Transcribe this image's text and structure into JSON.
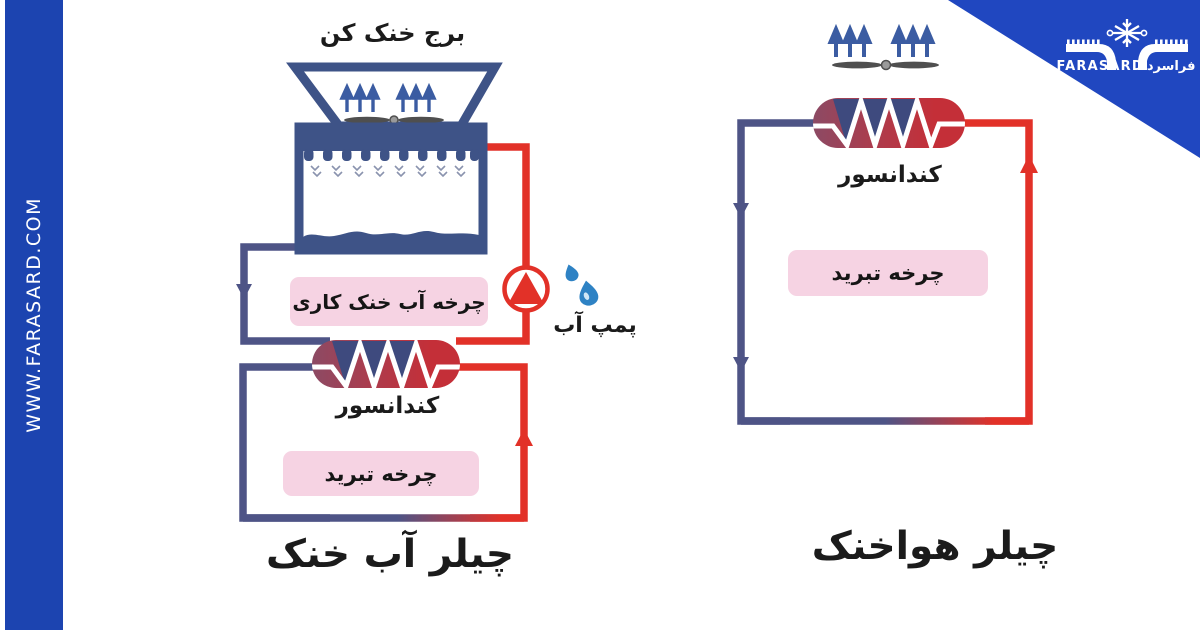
{
  "canvas": {
    "background": "#ffffff"
  },
  "sidebar": {
    "url_text": "WWW.FARASARD.COM",
    "background": "#1c44b0",
    "text_color": "#ffffff"
  },
  "logo": {
    "brand_en": "FARASARD",
    "brand_fa": "فراسرد",
    "background": "#2047c0"
  },
  "left_diagram": {
    "title": "چیلر آب خنک",
    "cooling_tower_label": "برج خنک کن",
    "cooling_water_cycle_label": "چرخه آب خنک کاری",
    "pump_label": "پمپ آب",
    "condenser_label": "کندانسور",
    "refrigeration_cycle_label": "چرخه تبرید"
  },
  "right_diagram": {
    "title": "چیلر هواخنک",
    "condenser_label": "کندانسور",
    "refrigeration_cycle_label": "چرخه تبرید"
  },
  "colors": {
    "navy": "#3e5387",
    "pipe_blue": "#4e5486",
    "pipe_red": "#e23128",
    "arrow_blue": "#3b5ca2",
    "condenser_left_end": "#8c4a64",
    "condenser_right_end": "#c42f38",
    "condenser_coil_triangle": "#3e4a7e",
    "label_pink": "#f6d3e3",
    "water_drop_blue": "#2e82c4",
    "fan_gray": "#4f4f4f"
  },
  "icons": {
    "logo_icon": "snowflake-wrench-gear-icon",
    "cooling_tower": "cooling-tower-icon",
    "fan": "fan-blades-icon",
    "pump": "pump-icon",
    "water_drops": "water-drop-icon",
    "condenser": "coil-heat-exchanger-icon",
    "air_flow": "up-arrows-icon"
  }
}
